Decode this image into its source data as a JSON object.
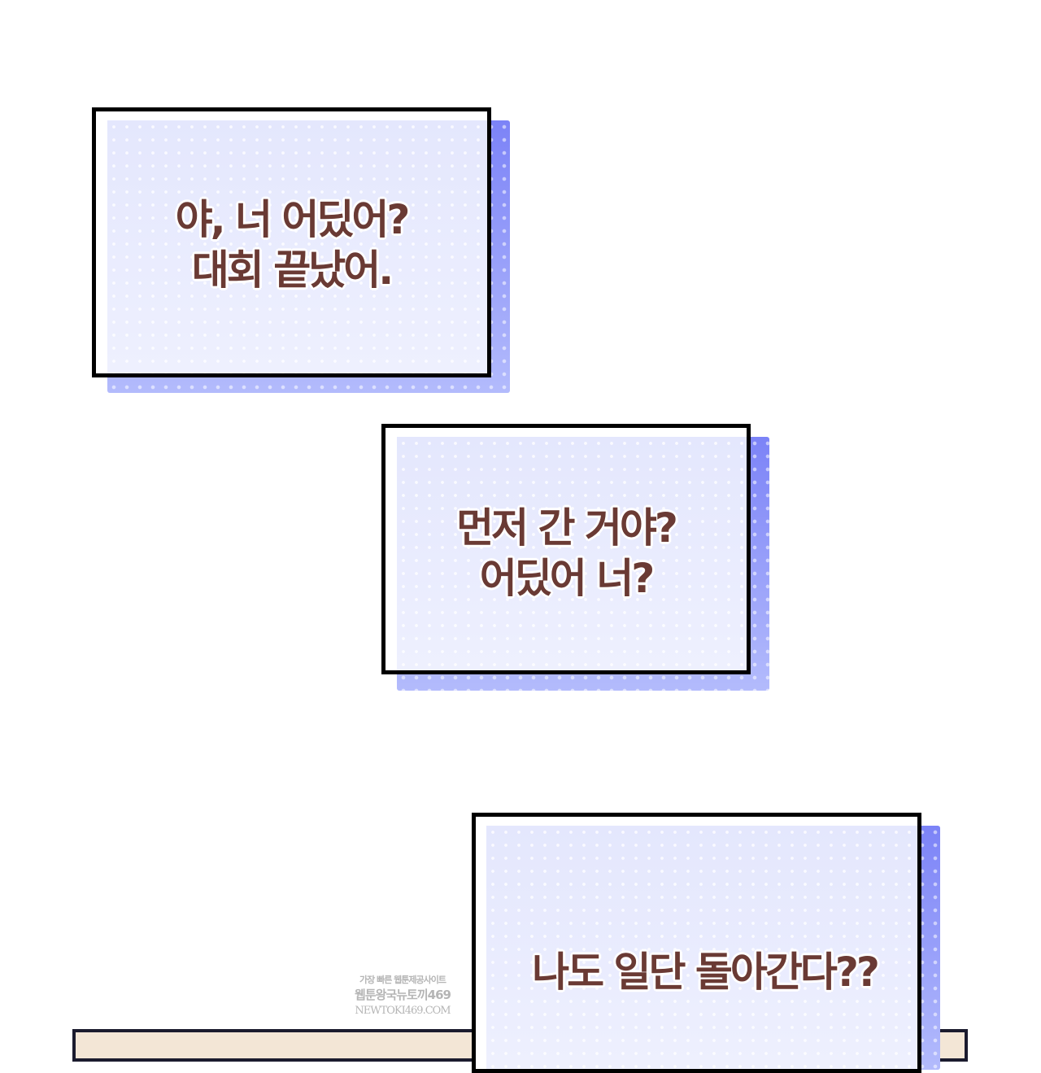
{
  "panels": [
    {
      "lines": [
        "야, 너 어딨어?",
        "대회 끝났어."
      ]
    },
    {
      "lines": [
        "먼저 간 거야?",
        "어딨어 너?"
      ]
    },
    {
      "lines": [
        "나도 일단 돌아간다??"
      ]
    }
  ],
  "watermark": {
    "line1": "가장 빠른 웹툰제공사이트",
    "line2": "웹툰왕국뉴토끼469",
    "line3": "NEWTOKI469.COM"
  },
  "colors": {
    "text": "#6a3a34",
    "shadow_top": "#7c83f7",
    "shadow_bottom": "#b3bbfc",
    "inner": "#e8eafd"
  }
}
